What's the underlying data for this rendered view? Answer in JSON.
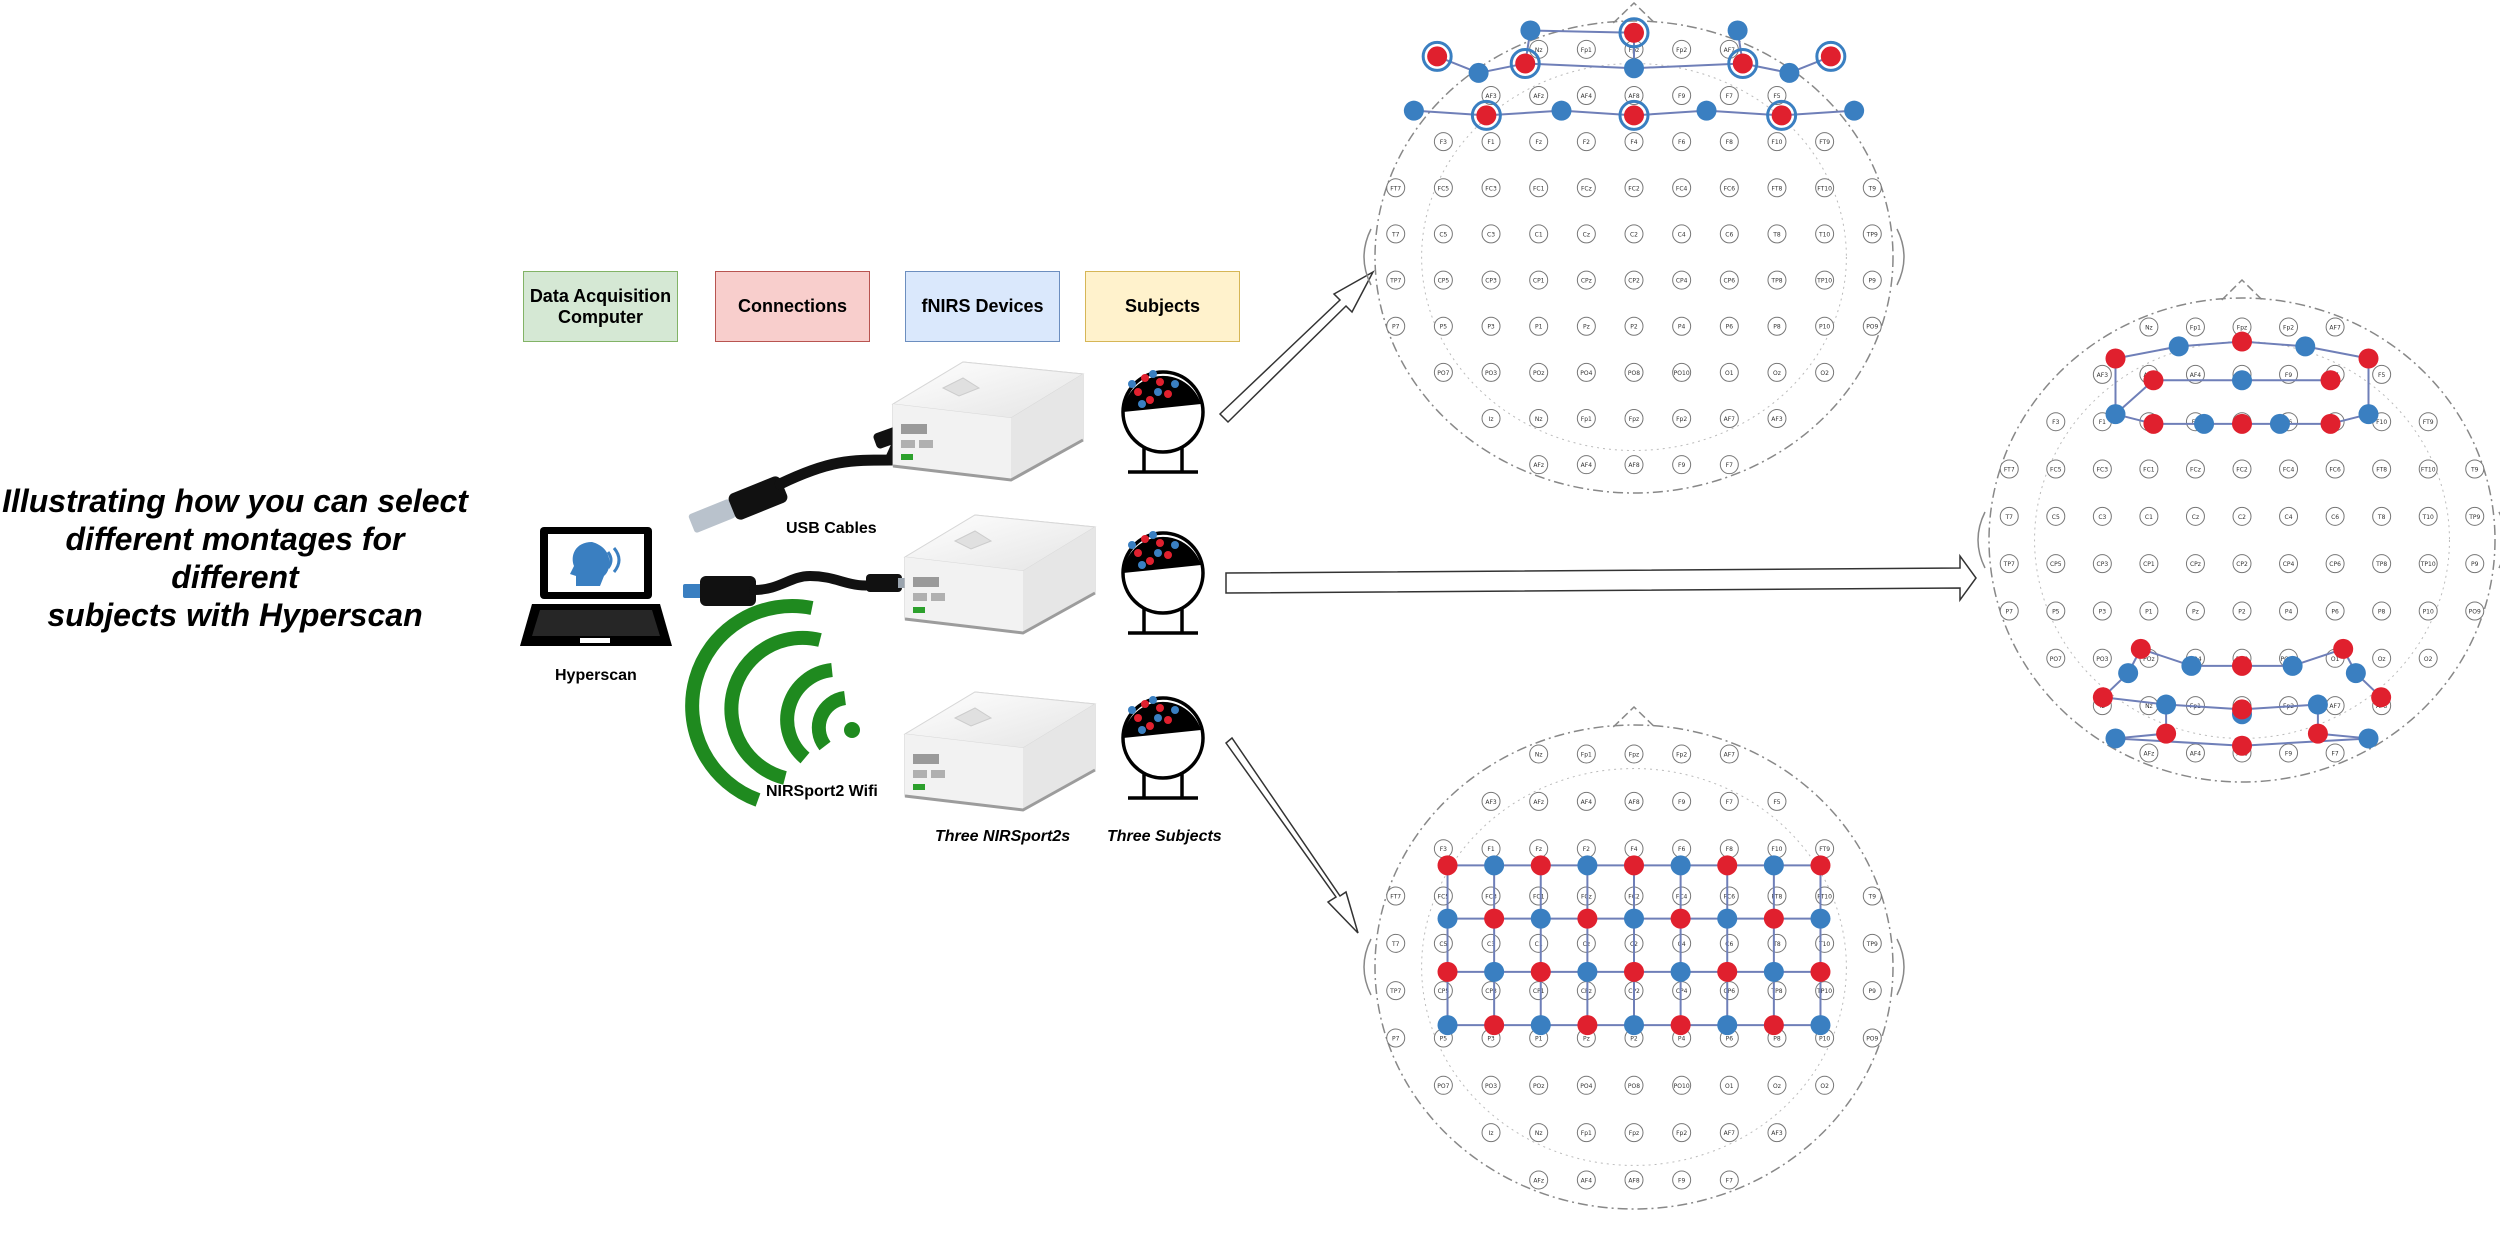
{
  "title": "Illustrating how you can select different montages for different subjects with Hyperscan",
  "title_lines": [
    "Illustrating how you can select",
    "different montages for different",
    "subjects with Hyperscan"
  ],
  "columns": [
    {
      "label": "Data Acquisition Computer",
      "fill": "#d5e8d4",
      "border": "#82b366"
    },
    {
      "label": "Connections",
      "fill": "#f8cecc",
      "border": "#b85450"
    },
    {
      "label": "fNIRS Devices",
      "fill": "#dae8fc",
      "border": "#6c8ebf"
    },
    {
      "label": "Subjects",
      "fill": "#fff2cc",
      "border": "#d6b656"
    }
  ],
  "labels": {
    "computer": "Hyperscan",
    "usb": "USB Cables",
    "wifi": "NIRSport2 Wifi",
    "devices": "Three NIRSport2s",
    "subjects": "Three Subjects"
  },
  "colors": {
    "source": "#e0202e",
    "detector": "#3a7fc1",
    "wifi": "#1f8a1f",
    "line": "#6f7fb8"
  },
  "electrode_labels": [
    "Nz",
    "Fp1",
    "Fpz",
    "Fp2",
    "AF7",
    "AF3",
    "AFz",
    "AF4",
    "AF8",
    "F9",
    "F7",
    "F5",
    "F3",
    "F1",
    "Fz",
    "F2",
    "F4",
    "F6",
    "F8",
    "F10",
    "FT9",
    "FT7",
    "FC5",
    "FC3",
    "FC1",
    "FCz",
    "FC2",
    "FC4",
    "FC6",
    "FT8",
    "FT10",
    "T9",
    "T7",
    "C5",
    "C3",
    "C1",
    "Cz",
    "C2",
    "C4",
    "C6",
    "T8",
    "T10",
    "TP9",
    "TP7",
    "CP5",
    "CP3",
    "CP1",
    "CPz",
    "CP2",
    "CP4",
    "CP6",
    "TP8",
    "TP10",
    "P9",
    "P7",
    "P5",
    "P3",
    "P1",
    "Pz",
    "P2",
    "P4",
    "P6",
    "P8",
    "P10",
    "PO9",
    "PO7",
    "PO3",
    "POz",
    "PO4",
    "PO8",
    "PO10",
    "O1",
    "Oz",
    "O2",
    "Iz"
  ]
}
